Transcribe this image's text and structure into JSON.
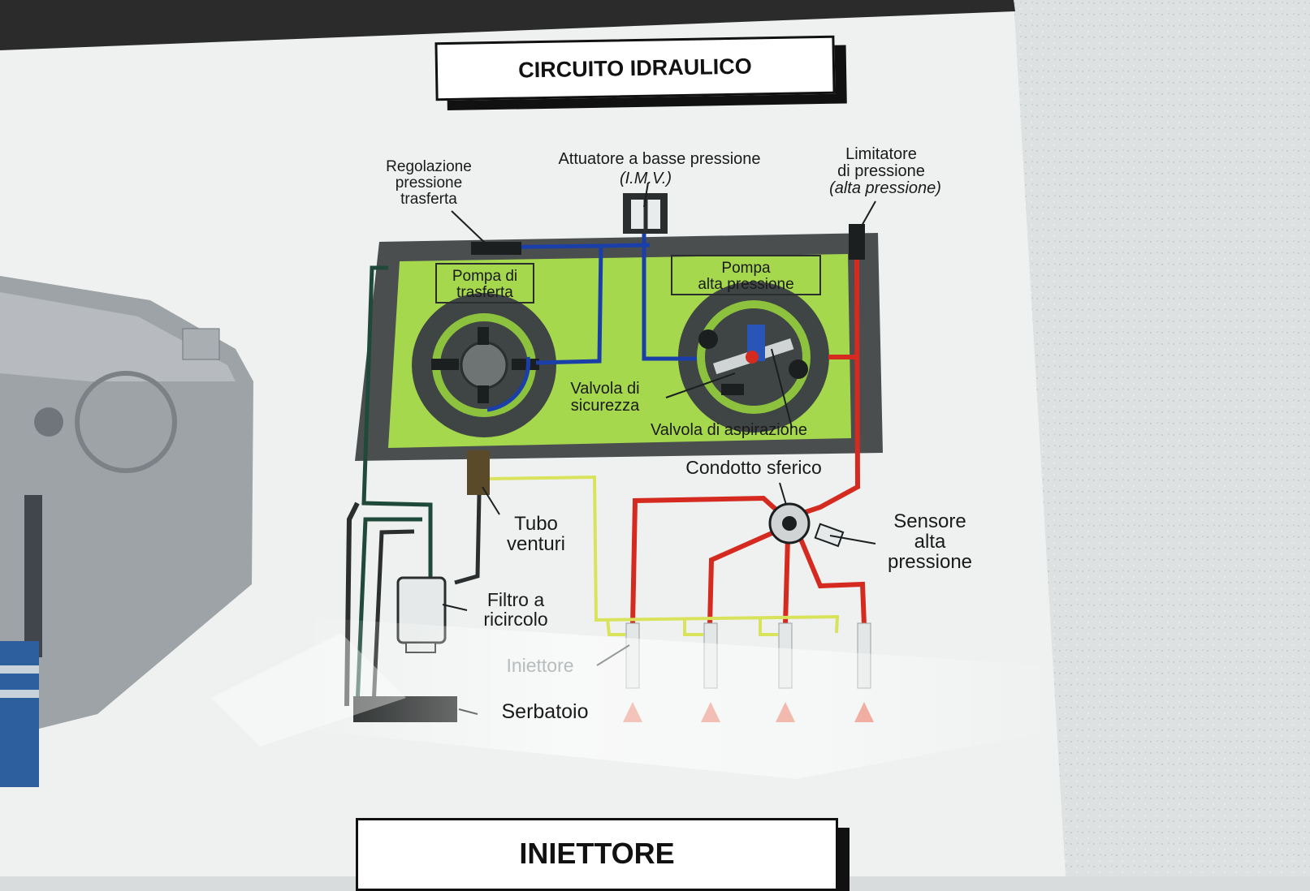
{
  "poster": {
    "title": "CIRCUITO IDRAULICO",
    "bottom_title": "INIETTORE"
  },
  "labels": {
    "regolazione": "Regolazione\npressione\ntrasferta",
    "attuatore": "Attuatore a basse pressione",
    "imv": "(I.M.V.)",
    "limitatore": "Limitatore\ndi pressione",
    "limitatore_note": "(alta pressione)",
    "pompa_trasferta": "Pompa di\ntrasferta",
    "pompa_alta": "Pompa\nalta pressione",
    "valvola_sicurezza": "Valvola di\nsicurezza",
    "valvola_aspirazione": "Valvola di aspirazione",
    "condotto": "Condotto sferico",
    "sensore": "Sensore\nalta\npressione",
    "tubo_venturi": "Tubo\nventuri",
    "filtro": "Filtro a\nricircolo",
    "iniettore": "Iniettore",
    "serbatoio": "Serbatoio"
  },
  "colors": {
    "pump_body": "#a6d84e",
    "housing": "#4a4e4e",
    "high_pressure": "#d42a1f",
    "low_pressure": "#1b3fa8",
    "return_line": "#d8e25a",
    "feed_line": "#1f4a3a",
    "poster": "#f4f5f5",
    "wall": "#dfe3e3"
  }
}
